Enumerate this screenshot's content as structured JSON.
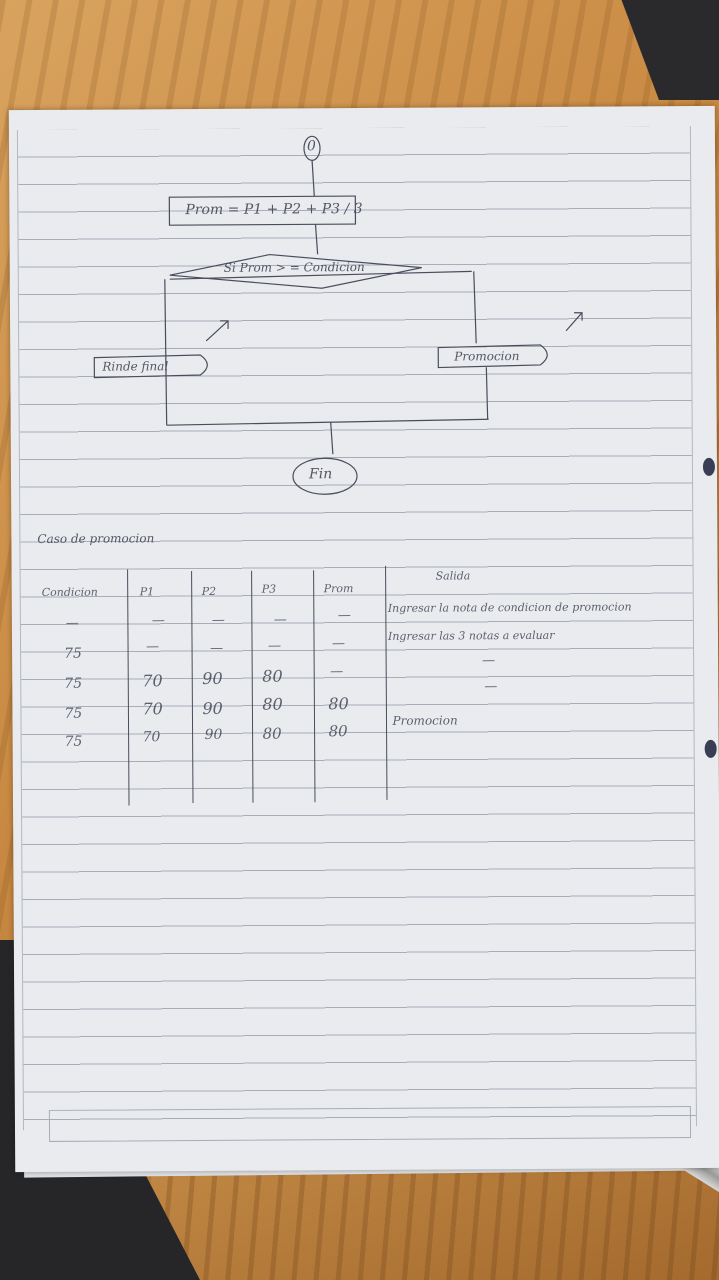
{
  "flowchart": {
    "start_node": "0",
    "process_box": "Prom = P1 + P2 + P3 / 3",
    "decision": "Si Prom > = Condicion",
    "left_output": "Rinde final",
    "right_output": "Promocion",
    "end_node": "Fin"
  },
  "test_case_heading": "Caso de promocion",
  "table": {
    "headers": [
      "Condicion",
      "P1",
      "P2",
      "P3",
      "Prom",
      "Salida"
    ],
    "rows": [
      [
        "—",
        "—",
        "—",
        "—",
        "—",
        "Ingresar la nota de condicion de promocion"
      ],
      [
        "75",
        "—",
        "—",
        "—",
        "—",
        "Ingresar las 3 notas a evaluar"
      ],
      [
        "75",
        "70",
        "90",
        "80",
        "—",
        "—"
      ],
      [
        "75",
        "70",
        "90",
        "80",
        "80",
        "—"
      ],
      [
        "75",
        "70",
        "90",
        "80",
        "80",
        "Promocion"
      ]
    ]
  },
  "colors": {
    "ink": "#3f4252",
    "paper": "#e9ebef",
    "rule_line": "#a8aeb8",
    "desk_wood": "#c98a43"
  }
}
